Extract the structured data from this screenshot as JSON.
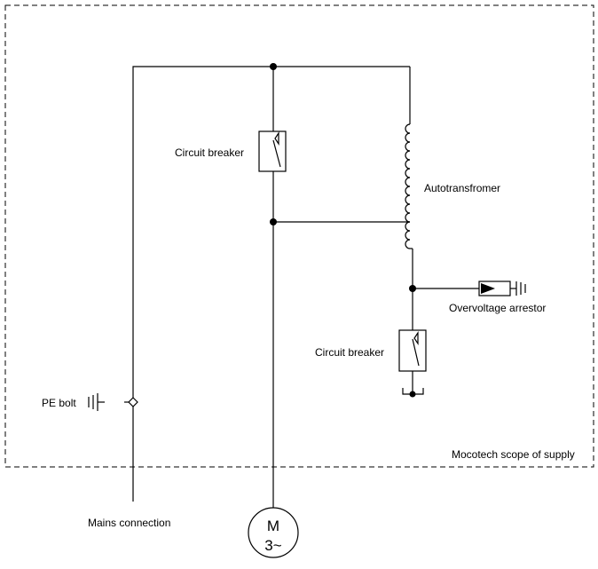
{
  "labels": {
    "circuit_breaker_top": "Circuit breaker",
    "autotransformer": "Autotransfromer",
    "overvoltage_arrestor": "Overvoltage arrestor",
    "circuit_breaker_bottom": "Circuit breaker",
    "pe_bolt": "PE bolt",
    "scope": "Mocotech scope of supply",
    "mains": "Mains connection",
    "motor_m": "M",
    "motor_phase": "3~"
  }
}
